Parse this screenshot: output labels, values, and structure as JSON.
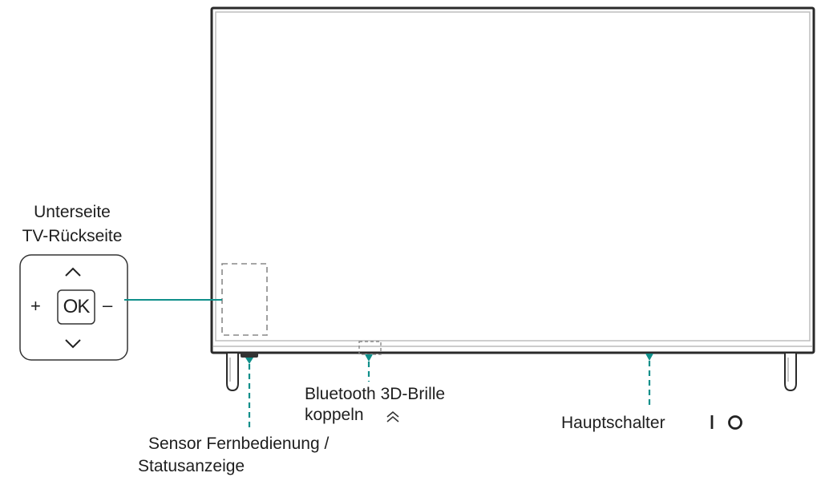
{
  "labels": {
    "panel_title_line1": "Unterseite",
    "panel_title_line2": "TV-Rückseite",
    "ok_button": "OK",
    "plus_symbol": "+",
    "minus_symbol": "–",
    "bluetooth_line1": "Bluetooth 3D-Brille",
    "bluetooth_line2": "koppeln",
    "sensor_line1": "Sensor Fernbedienung /",
    "sensor_line2": "Statusanzeige",
    "main_switch": "Hauptschalter"
  },
  "icons": {
    "up": "chevron-up-icon",
    "down": "chevron-down-icon",
    "bluetooth_pair": "double-chevron-up-icon",
    "power": "power-icon"
  },
  "colors": {
    "teal": "#0f8f8a",
    "line": "#222222",
    "frame_dark": "#2a2a2a",
    "frame_light": "#bdbdbd",
    "dash_gray": "#888888"
  }
}
